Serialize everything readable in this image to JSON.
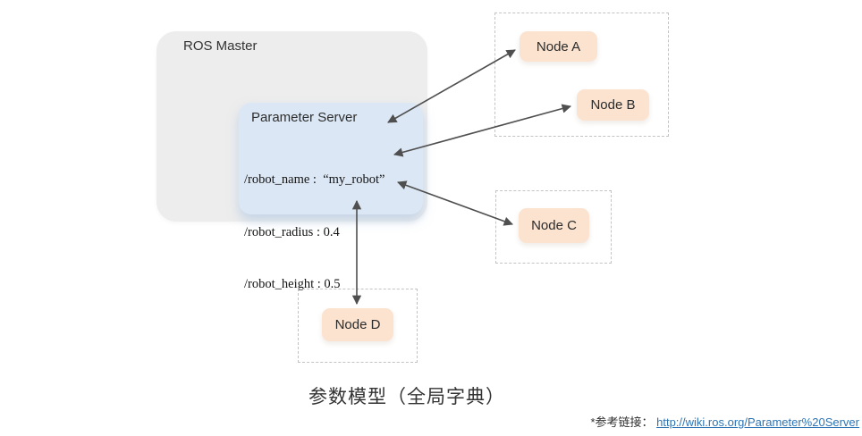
{
  "colors": {
    "ros_master_bg": "#ededed",
    "parameter_server_bg": "#dbe7f4",
    "node_bg": "#fbe3d0",
    "dashed_border": "#c3c3c3",
    "arrow": "#4f4f4f",
    "link": "#2e74b5"
  },
  "diagram": {
    "ros_master_label": "ROS Master",
    "parameter_server": {
      "label": "Parameter Server",
      "parameters": [
        "/robot_name :  “my_robot”",
        "/robot_radius : 0.4",
        "/robot_height : 0.5"
      ]
    },
    "nodes": [
      {
        "label": "Node A"
      },
      {
        "label": "Node B"
      },
      {
        "label": "Node C"
      },
      {
        "label": "Node D"
      }
    ],
    "connections": [
      {
        "from": "Parameter Server",
        "to": "Node A",
        "type": "bidirectional-arrow"
      },
      {
        "from": "Parameter Server",
        "to": "Node B",
        "type": "bidirectional-arrow"
      },
      {
        "from": "Parameter Server",
        "to": "Node C",
        "type": "bidirectional-arrow"
      },
      {
        "from": "Parameter Server",
        "to": "Node D",
        "type": "bidirectional-arrow"
      }
    ]
  },
  "caption": "参数模型（全局字典）",
  "footnote": {
    "prefix": "*参考链接：",
    "link_text": "http://wiki.ros.org/Parameter%20Server"
  }
}
